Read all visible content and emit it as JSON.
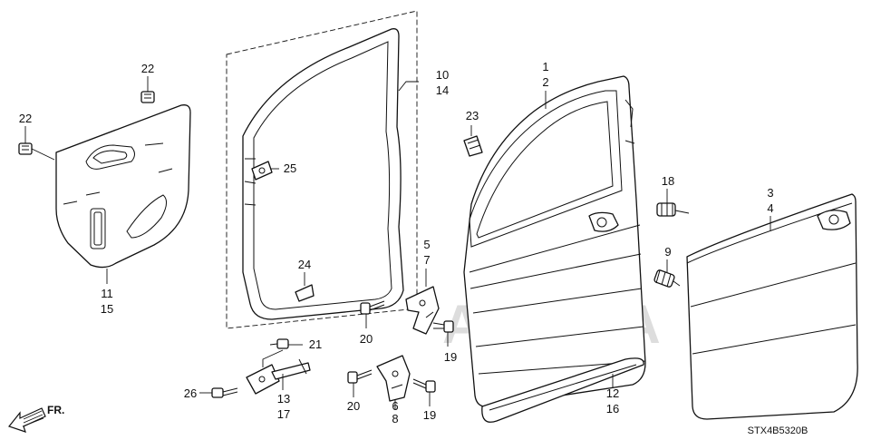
{
  "callouts": {
    "c1": "1",
    "c2": "2",
    "c3": "3",
    "c4": "4",
    "c5": "5",
    "c6": "6",
    "c7": "7",
    "c8": "8",
    "c9": "9",
    "c10": "10",
    "c11": "11",
    "c12": "12",
    "c13": "13",
    "c14": "14",
    "c15": "15",
    "c16": "16",
    "c17": "17",
    "c18": "18",
    "c19a": "19",
    "c19b": "19",
    "c20a": "20",
    "c20b": "20",
    "c21": "21",
    "c22a": "22",
    "c22b": "22",
    "c23": "23",
    "c24": "24",
    "c25": "25",
    "c26": "26"
  },
  "direction_label": "FR.",
  "diagram_code": "STX4B5320B"
}
